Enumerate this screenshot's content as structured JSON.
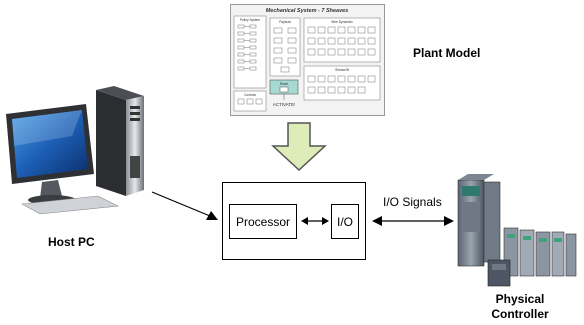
{
  "labels": {
    "plant_model": "Plant Model",
    "host_pc": "Host PC",
    "processor": "Processor",
    "io": "I/O",
    "io_signals": "I/O Signals",
    "physical_controller_line1": "Physical",
    "physical_controller_line2": "Controller"
  },
  "plant_model_screenshot": {
    "title": "Mechanical System - 7 Sheaves",
    "subsystems": [
      "Pulley System",
      "Payload",
      "Wire Dynamics",
      "Controls",
      "Sheave/B"
    ],
    "activate_block_label": "Reset",
    "activate_text": "ACTIVATE!"
  },
  "colors": {
    "arrow_fill": "#ddecb8",
    "arrow_stroke": "#555555",
    "activate_fill": "#a7d9d3"
  },
  "icons": {
    "host_pc": "desktop-computer-icon",
    "physical_controller": "plc-hardware-icon"
  }
}
